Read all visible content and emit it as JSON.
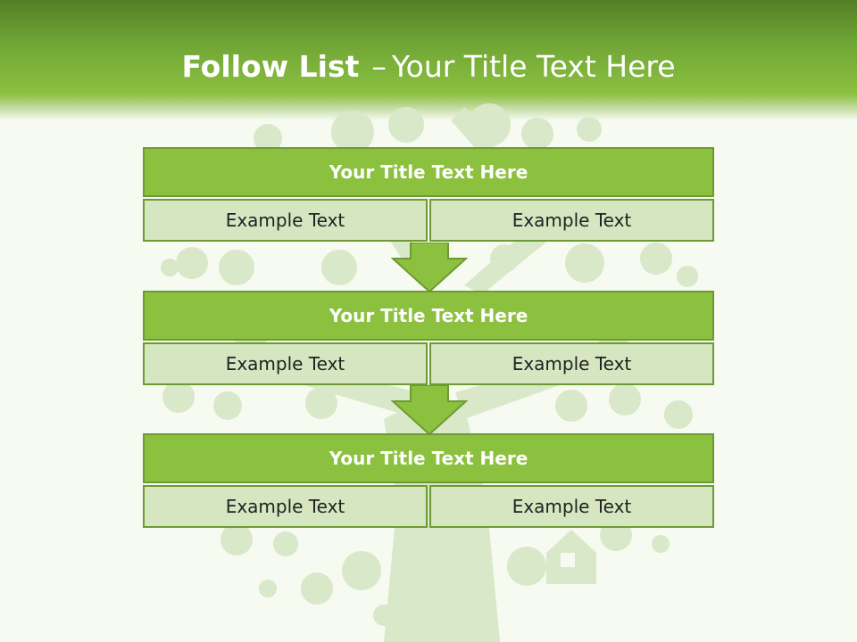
{
  "slide": {
    "title_bold": "Follow List",
    "title_dash": "–",
    "title_rest": "Your Title Text Here"
  },
  "blocks": [
    {
      "title": "Your Title Text Here",
      "left": "Example Text",
      "right": "Example Text"
    },
    {
      "title": "Your Title Text Here",
      "left": "Example Text",
      "right": "Example Text"
    },
    {
      "title": "Your Title Text Here",
      "left": "Example Text",
      "right": "Example Text"
    }
  ],
  "colors": {
    "header_green": "#6fa535",
    "block_title_fill": "#8cc13f",
    "block_cell_fill": "#d5e6c1",
    "border_green": "#6e9a33",
    "tree_tint": "#d8e8c8"
  },
  "icons": [
    "tree-background-icon",
    "down-arrow-icon"
  ]
}
